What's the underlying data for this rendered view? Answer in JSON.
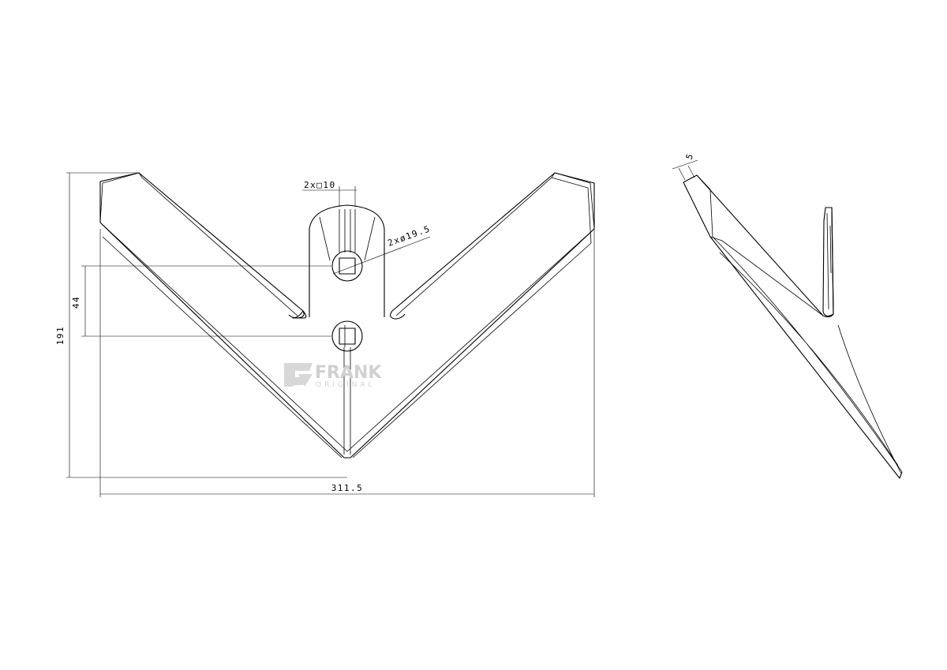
{
  "dimensions": {
    "overall_width": "311.5",
    "overall_height": "191",
    "hole_spacing": "44",
    "square_hole": "2x□10",
    "round_hole": "2xø19.5",
    "edge_thickness": "5"
  },
  "watermark": {
    "brand": "FRANK",
    "subtitle": "ORIGINAL"
  }
}
